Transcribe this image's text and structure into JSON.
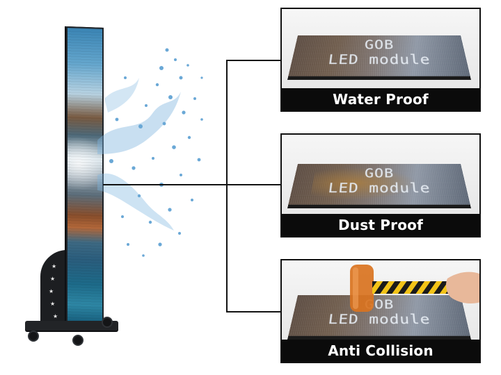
{
  "features": [
    {
      "caption": "Water Proof",
      "module_text_line1": "GOB",
      "module_text_line2": "LED module"
    },
    {
      "caption": "Dust Proof",
      "module_text_line1": "GOB",
      "module_text_line2": "LED module"
    },
    {
      "caption": "Anti Collision",
      "module_text_line1": "GOB",
      "module_text_line2": "LED module"
    }
  ],
  "colors": {
    "caption_background": "#0b0b0b",
    "caption_text": "#ffffff",
    "connector_line": "#111111",
    "water": "#7fb6e0",
    "hammer_head": "#d9731f",
    "hammer_stripes": "#f2c318"
  },
  "icons": [
    "star-icon",
    "water-splash",
    "rubber-mallet",
    "hand"
  ]
}
